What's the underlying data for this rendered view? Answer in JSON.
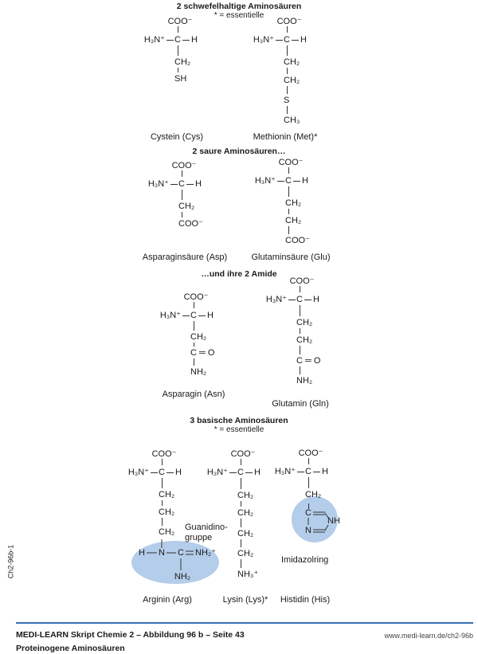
{
  "sections": {
    "sulfur_title": "2 schwefelhaltige Aminosäuren",
    "sulfur_note": "* = essentielle",
    "acid_title": "2 saure Aminosäuren…",
    "amide_title": "…und ihre 2 Amide",
    "basic_title": "3 basische Aminosäuren",
    "basic_note": "* = essentielle"
  },
  "molecules": [
    {
      "id": "cys",
      "name": "Cystein (Cys)",
      "top": "COO⁻",
      "left": "H₃N⁺",
      "center": "C",
      "right": "H",
      "chain": [
        "CH₂",
        "SH"
      ]
    },
    {
      "id": "met",
      "name": "Methionin (Met)*",
      "top": "COO⁻",
      "left": "H₃N⁺",
      "center": "C",
      "right": "H",
      "chain": [
        "CH₂",
        "CH₂",
        "S",
        "CH₃"
      ]
    },
    {
      "id": "asp",
      "name": "Asparaginsäure (Asp)",
      "top": "COO⁻",
      "left": "H₃N⁺",
      "center": "C",
      "right": "H",
      "chain": [
        "CH₂",
        "COO⁻"
      ]
    },
    {
      "id": "glu",
      "name": "Glutaminsäure (Glu)",
      "top": "COO⁻",
      "left": "H₃N⁺",
      "center": "C",
      "right": "H",
      "chain": [
        "CH₂",
        "CH₂",
        "COO⁻"
      ]
    },
    {
      "id": "asn",
      "name": "Asparagin (Asn)",
      "top": "COO⁻",
      "left": "H₃N⁺",
      "center": "C",
      "right": "H",
      "chain": [
        "CH₂",
        "C ═ O",
        "NH₂"
      ]
    },
    {
      "id": "gln",
      "name": "Glutamin (Gln)",
      "top": "COO⁻",
      "left": "H₃N⁺",
      "center": "C",
      "right": "H",
      "chain": [
        "CH₂",
        "CH₂",
        "C ═ O",
        "NH₂"
      ]
    },
    {
      "id": "arg",
      "name": "Arginin (Arg)",
      "top": "COO⁻",
      "left": "H₃N⁺",
      "center": "C",
      "right": "H",
      "chain": [
        "CH₂",
        "CH₂",
        "CH₂"
      ]
    },
    {
      "id": "lys",
      "name": "Lysin (Lys)*",
      "top": "COO⁻",
      "left": "H₃N⁺",
      "center": "C",
      "right": "H",
      "chain": [
        "CH₂",
        "CH₂",
        "CH₂",
        "CH₂",
        "NH₃⁺"
      ]
    },
    {
      "id": "his",
      "name": "Histidin (His)",
      "top": "COO⁻",
      "left": "H₃N⁺",
      "center": "C",
      "right": "H",
      "chain": [
        "CH₂"
      ]
    }
  ],
  "arginine_group": {
    "h": "H",
    "n": "N",
    "c": "C",
    "nh2plus": "NH₂⁺",
    "nh2": "NH₂",
    "label_line1": "Guanidino-",
    "label_line2": "gruppe"
  },
  "histidine_ring": {
    "c": "C",
    "n": "N",
    "nh": "NH",
    "label": "Imidazolring"
  },
  "highlight_color": "#b3cdea",
  "footer": {
    "title": "MEDI-LEARN Skript Chemie 2 – Abbildung 96 b – Seite 43",
    "subtitle": "Proteinogene Aminosäuren",
    "url": "www.medi-learn.de/ch2-96b",
    "side_code": "Ch2-96b-1",
    "accent": "#3a6fb5"
  }
}
